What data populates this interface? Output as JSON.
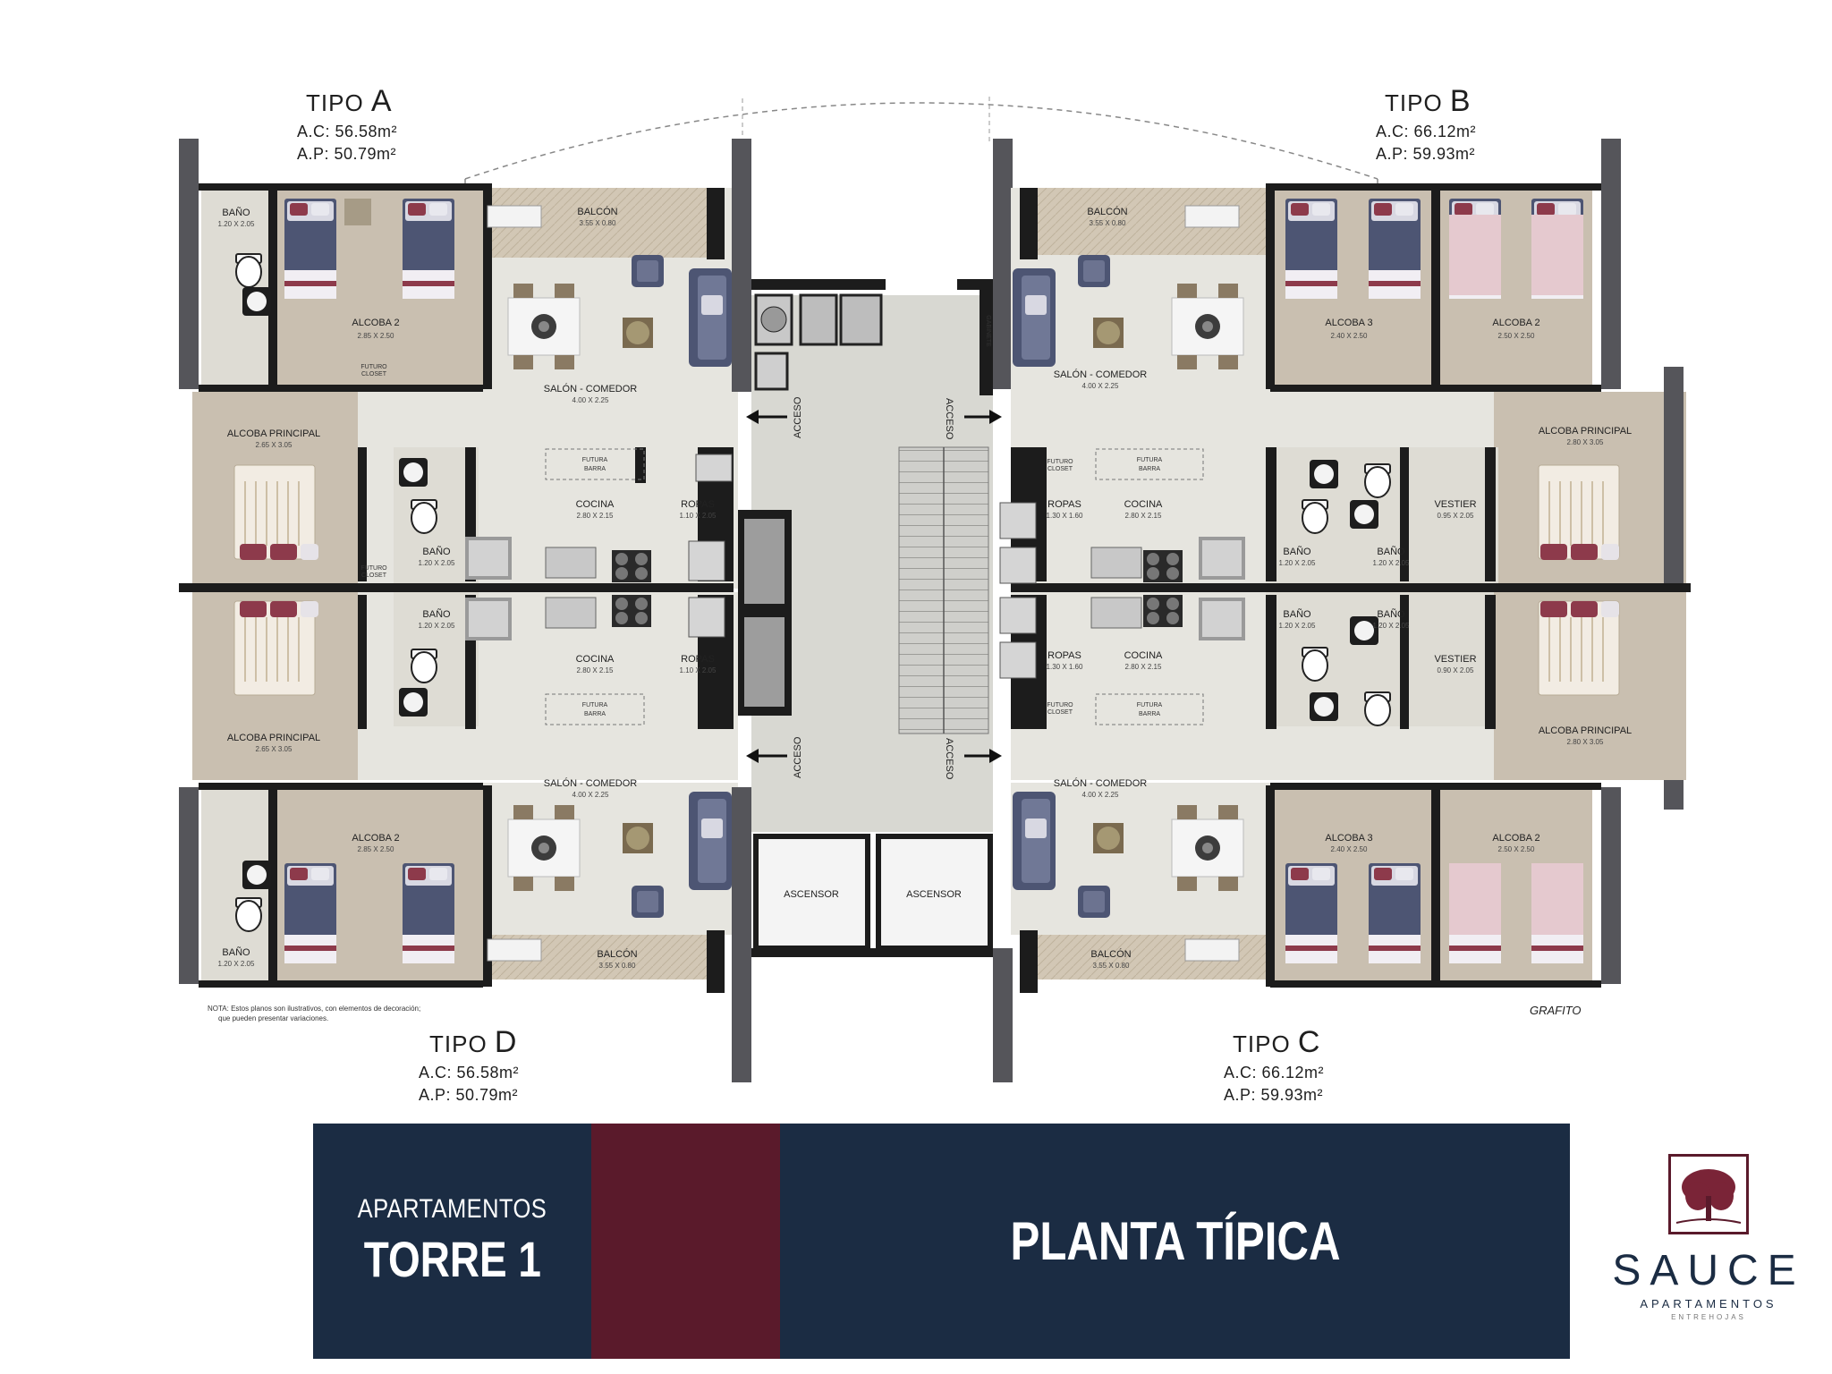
{
  "units": {
    "a": {
      "tipo": "TIPO",
      "letter": "A",
      "ac": "A.C: 56.58m²",
      "ap": "A.P: 50.79m²"
    },
    "b": {
      "tipo": "TIPO",
      "letter": "B",
      "ac": "A.C: 66.12m²",
      "ap": "A.P: 59.93m²"
    },
    "c": {
      "tipo": "TIPO",
      "letter": "C",
      "ac": "A.C: 66.12m²",
      "ap": "A.P: 59.93m²"
    },
    "d": {
      "tipo": "TIPO",
      "letter": "D",
      "ac": "A.C: 56.58m²",
      "ap": "A.P: 50.79m²"
    }
  },
  "rooms": {
    "bano": "BAÑO",
    "bano_dim": "1.20 X 2.05",
    "alcoba2": "ALCOBA 2",
    "alcoba2_dim_ad": "2.85 X 2.50",
    "alcoba2_dim_bc": "2.50 X 2.50",
    "alcoba3": "ALCOBA 3",
    "alcoba3_dim": "2.40 X 2.50",
    "alcoba_principal": "ALCOBA PRINCIPAL",
    "alcoba_principal_dim_ad": "2.65 X 3.05",
    "alcoba_principal_dim_bc": "2.80 X 3.05",
    "balcon": "BALCÓN",
    "balcon_dim": "3.55 X 0.80",
    "salon": "SALÓN - COMEDOR",
    "salon_dim": "4.00 X 2.25",
    "cocina": "COCINA",
    "cocina_dim": "2.80 X 2.15",
    "ropas": "ROPAS",
    "ropas_dim_ad": "1.10 X 2.05",
    "ropas_dim_bc": "1.30 X 1.60",
    "vestier": "VESTIER",
    "vestier_dim_b": "0.95 X 2.05",
    "vestier_dim_c": "0.90 X 2.05",
    "futura_barra_1": "FUTURA",
    "futura_barra_2": "BARRA",
    "futuro_closet_1": "FUTURO",
    "futuro_closet_2": "CLOSET",
    "gabinete": "GABINETE",
    "acceso": "ACCESO",
    "ascensor": "ASCENSOR"
  },
  "note": {
    "line1": "NOTA: Estos planos son ilustrativos, con elementos de decoración;",
    "line2": "que pueden presentar variaciones."
  },
  "signature": "GRAFITO",
  "banner": {
    "sub": "APARTAMENTOS",
    "main": "TORRE 1",
    "title": "PLANTA TÍPICA",
    "colors": {
      "navy": "#1b2c43",
      "wine": "#5a1a2b"
    }
  },
  "logo": {
    "name": "SAUCE",
    "sub": "APARTAMENTOS",
    "sub2": "ENTREHOJAS",
    "icon": "willow-tree-icon"
  }
}
